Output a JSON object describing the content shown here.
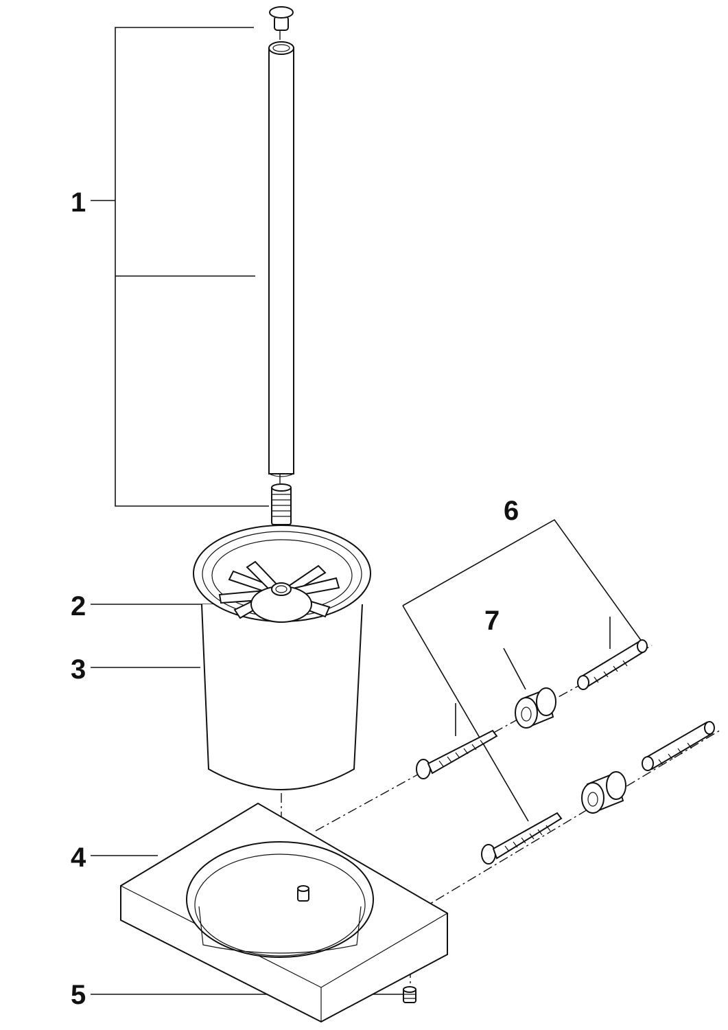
{
  "labels": {
    "brush_set": "1",
    "brush_head": "2",
    "glass_insert": "3",
    "holder_base": "4",
    "set_screw": "5",
    "mounting_kit": "6",
    "spacer": "7"
  }
}
